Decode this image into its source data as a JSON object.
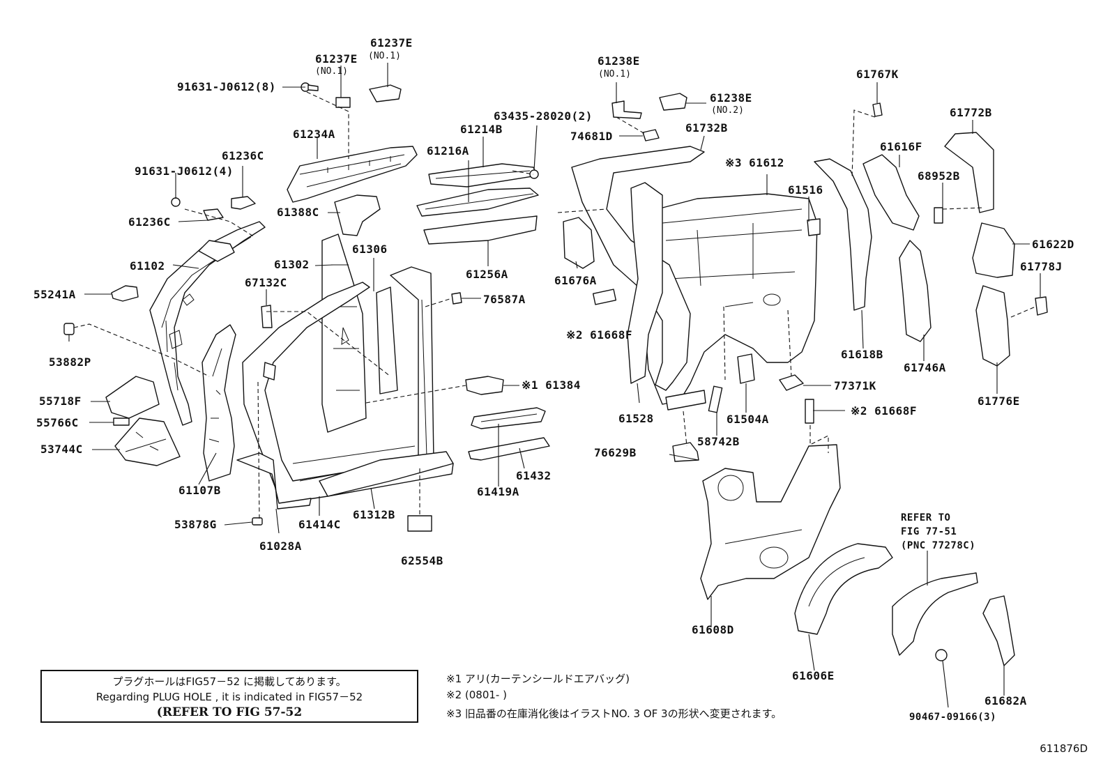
{
  "labels": {
    "p61237E_a": "61237E",
    "p61237E_a_sub": "(NO.1)",
    "p61237E_b": "61237E",
    "p61237E_b_sub": "(NO.1)",
    "p91631_8": "91631-J0612(8)",
    "p61234A": "61234A",
    "p61236C_a": "61236C",
    "p91631_4": "91631-J0612(4)",
    "p61236C_b": "61236C",
    "p61102": "61102",
    "p55241A": "55241A",
    "p53882P": "53882P",
    "p55718F": "55718F",
    "p55766C": "55766C",
    "p53744C": "53744C",
    "p61107B": "61107B",
    "p53878G": "53878G",
    "p61028A": "61028A",
    "p61388C": "61388C",
    "p61302": "61302",
    "p67132C": "67132C",
    "p61306": "61306",
    "p61414C": "61414C",
    "p61312B": "61312B",
    "p62554B": "62554B",
    "p63435": "63435-28020(2)",
    "p61214B": "61214B",
    "p61216A": "61216A",
    "p61256A": "61256A",
    "p76587A": "76587A",
    "p61384": "※1 61384",
    "p61419A": "61419A",
    "p61432": "61432",
    "p61238E_a": "61238E",
    "p61238E_a_sub": "(NO.1)",
    "p61238E_b": "61238E",
    "p61238E_b_sub": "(NO.2)",
    "p74681D": "74681D",
    "p61732B": "61732B",
    "p61612": "※3 61612",
    "p61516": "61516",
    "p61676A": "61676A",
    "p61668F_a": "※2 61668F",
    "p61528": "61528",
    "p76629B": "76629B",
    "p58742B": "58742B",
    "p61504A": "61504A",
    "p77371K": "77371K",
    "p61668F_b": "※2 61668F",
    "p61767K": "61767K",
    "p61616F": "61616F",
    "p61772B": "61772B",
    "p68952B": "68952B",
    "p61622D": "61622D",
    "p61778J": "61778J",
    "p61618B": "61618B",
    "p61746A": "61746A",
    "p61776E": "61776E",
    "p61608D": "61608D",
    "p61606E": "61606E",
    "p61682A": "61682A",
    "p90467": "90467-09166(3)",
    "refer_l1": "REFER TO",
    "refer_l2": "FIG 77-51",
    "refer_l3": "(PNC 77278C)"
  },
  "note_box": {
    "line1": "プラグホールはFIG57－52 に掲載してあります。",
    "line2": "Regarding  PLUG HOLE , it is indicated in FIG57－52",
    "line3": "(REFER TO FIG 57-52"
  },
  "footnotes": {
    "n1": "※1   アリ(カーテンシールドエアバッグ)",
    "n2": "※2  (0801-      )",
    "n3": "※3   旧品番の在庫消化後はイラストNO. 3 OF 3の形状へ変更されます。"
  },
  "figure_id": "611876D"
}
